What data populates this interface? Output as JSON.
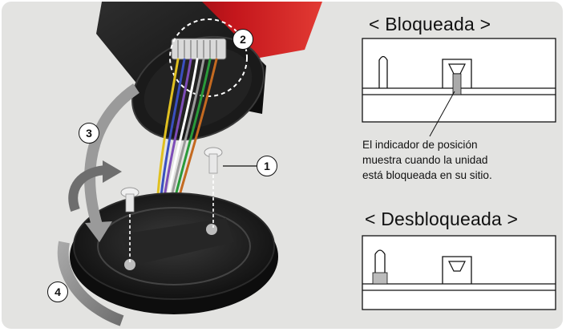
{
  "titles": {
    "locked": "< Bloqueada >",
    "unlocked": "< Desbloqueada >"
  },
  "caption_lines": [
    "El indicador de posición",
    "muestra cuando la unidad",
    "está bloqueada en su sitio."
  ],
  "steps": [
    "1",
    "2",
    "3",
    "4"
  ],
  "colors": {
    "background": "#e3e3e1",
    "beacon_red": "#b01016",
    "base_black": "#151515",
    "arrow_gray": "#8c8c8c"
  },
  "icons": [
    "screw-icon",
    "rotate-arrow-icon",
    "wire-bundle-icon"
  ]
}
